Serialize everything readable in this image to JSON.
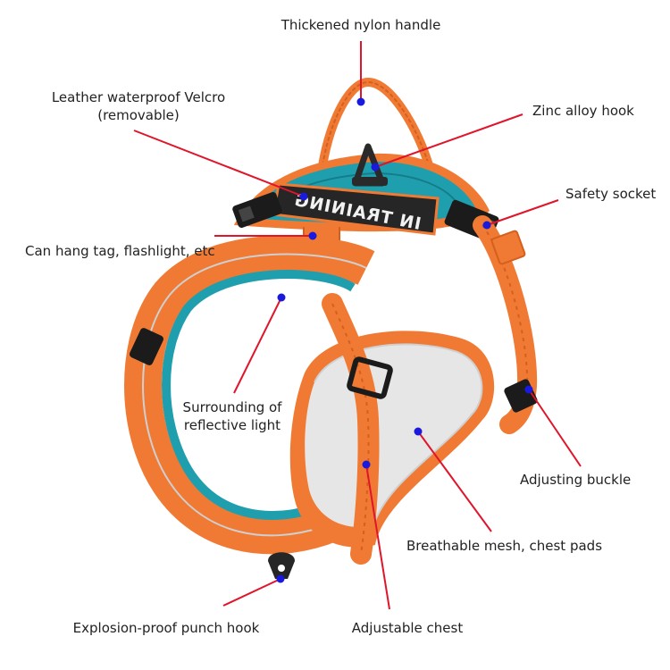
{
  "product_name": "IN TRAINING",
  "labels": {
    "handle": "Thickened nylon handle",
    "velcro_line1": "Leather waterproof Velcro",
    "velcro_line2": "(removable)",
    "zinc_hook": "Zinc alloy hook",
    "safety_socket": "Safety socket",
    "hang_tag": "Can hang tag, flashlight, etc",
    "reflective_line1": "Surrounding of",
    "reflective_line2": "reflective light",
    "adjusting_buckle": "Adjusting buckle",
    "mesh": "Breathable mesh, chest pads",
    "punch_hook": "Explosion-proof punch hook",
    "adjustable_chest": "Adjustable chest"
  },
  "colors": {
    "orange": "#f07a33",
    "orange_dark": "#d4601e",
    "teal": "#1f9fae",
    "teal_dark": "#157d8a",
    "mesh": "#e6e6e6",
    "buckle": "#1b1b1b",
    "leader_line": "#e0142a",
    "marker": "#1a1adc",
    "reflective": "#cfcfcf"
  }
}
